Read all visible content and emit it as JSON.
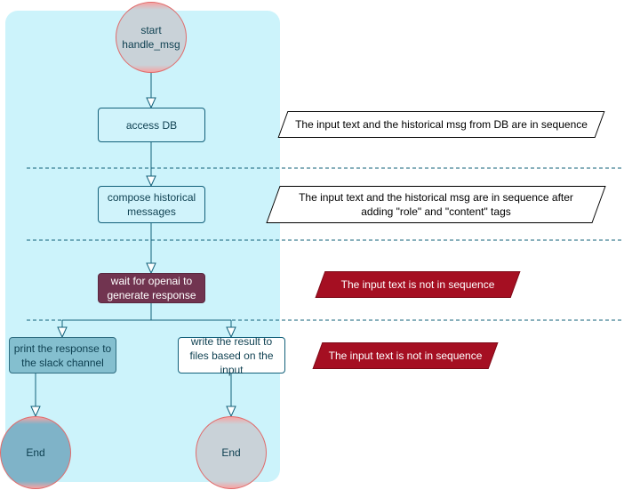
{
  "flow": {
    "start_label": "start\nhandle_msg",
    "access_db": "access DB",
    "compose": "compose historical messages",
    "wait_openai": "wait for openai to generate response",
    "print_slack": "print the response to the slack channel",
    "write_files": "write the result to files based on the input",
    "end_left": "End",
    "end_right": "End"
  },
  "notes": {
    "note1": "The input text and the historical msg from DB are in sequence",
    "note2": "The input text and the historical msg are in sequence after adding \"role\" and \"content\" tags",
    "note3": "The input text is not in sequence",
    "note4": "The input text is not in sequence"
  },
  "colors": {
    "swimlane": "#ccf3fb",
    "process_border": "#12607a",
    "highlight_node": "#713450",
    "output_node": "#84bfcf",
    "warning_note": "#a50f22"
  }
}
